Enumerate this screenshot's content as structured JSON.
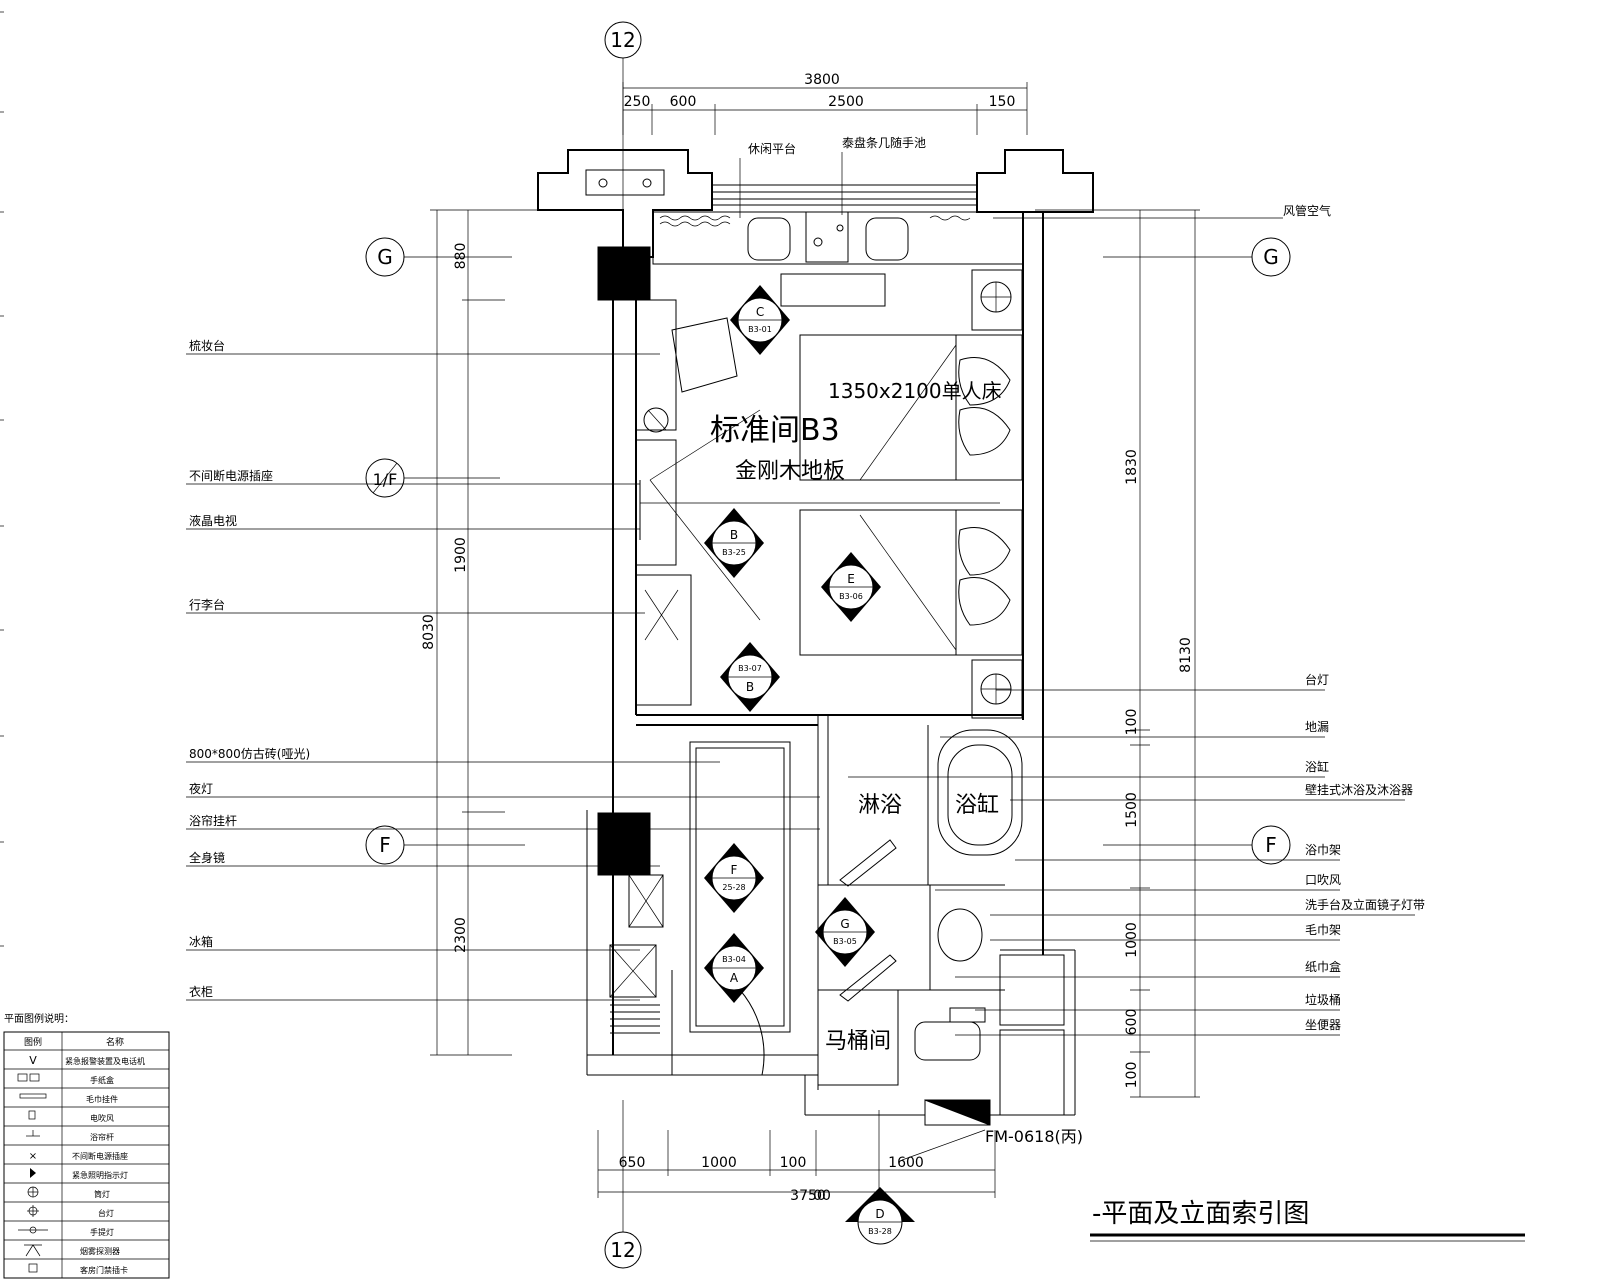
{
  "grid": {
    "top": "12",
    "bottom": "12",
    "left_g": "G",
    "right_g": "G",
    "left_f": "F",
    "right_f": "F",
    "left_1f": "1/F"
  },
  "dims": {
    "top_total": "3800",
    "top_a": "250",
    "top_b": "600",
    "top_c": "2500",
    "top_d": "150",
    "left_total": "8030",
    "left_a": "880",
    "left_b": "1900",
    "left_c": "2300",
    "right_total": "8130",
    "right_a": "1830",
    "right_b": "100",
    "right_c": "1500",
    "right_d": "1000",
    "right_e": "600",
    "right_f": "100",
    "bottom_total": "3750",
    "bottom_total_overlap": "00",
    "bottom_a": "650",
    "bottom_b": "1000",
    "bottom_c": "100",
    "bottom_d": "1600"
  },
  "rooms": {
    "main_name": "标准间B3",
    "floor": "金刚木地板",
    "bed": "1350x2100单人床",
    "shower": "淋浴",
    "bathtub": "浴缸",
    "toilet_room": "马桶间"
  },
  "top_labels": {
    "balcony": "休闲平台",
    "planter": "泰盘条几随手池",
    "ac": "风管空气"
  },
  "left_labels": [
    "梳妆台",
    "不间断电源插座",
    "液晶电视",
    "行李台",
    "800*800仿古砖(哑光)",
    "夜灯",
    "浴帘挂杆",
    "全身镜",
    "冰箱",
    "衣柜"
  ],
  "right_labels": [
    "台灯",
    "地漏",
    "浴缸",
    "壁挂式沐浴及沐浴器",
    "浴巾架",
    "口吹风",
    "洗手台及立面镜子灯带",
    "毛巾架",
    "纸巾盒",
    "垃圾桶",
    "坐便器"
  ],
  "door_label": "FM-0618(丙)",
  "index_marks": [
    {
      "letter": "C",
      "sheet": "B3-01"
    },
    {
      "letter": "B",
      "sheet": "B3-25"
    },
    {
      "letter": "E",
      "sheet": "B3-06"
    },
    {
      "letter": "B",
      "sheet": "B3-07"
    },
    {
      "letter": "F",
      "sheet": "25-28"
    },
    {
      "letter": "A",
      "sheet": "B3-04"
    },
    {
      "letter": "G",
      "sheet": "B3-05"
    },
    {
      "letter": "D",
      "sheet": "B3-28"
    }
  ],
  "title": "-平面及立面索引图",
  "legend": {
    "heading": "平面图例说明：",
    "col1": "图例",
    "col2": "名称",
    "rows": [
      "紧急报警装置及电话机",
      "手纸盒",
      "毛巾挂件",
      "电吹风",
      "浴帘杆",
      "不间断电源插座",
      "紧急照明指示灯",
      "筒灯",
      "台灯",
      "手提灯",
      "烟雾探测器",
      "客房门禁插卡"
    ]
  }
}
